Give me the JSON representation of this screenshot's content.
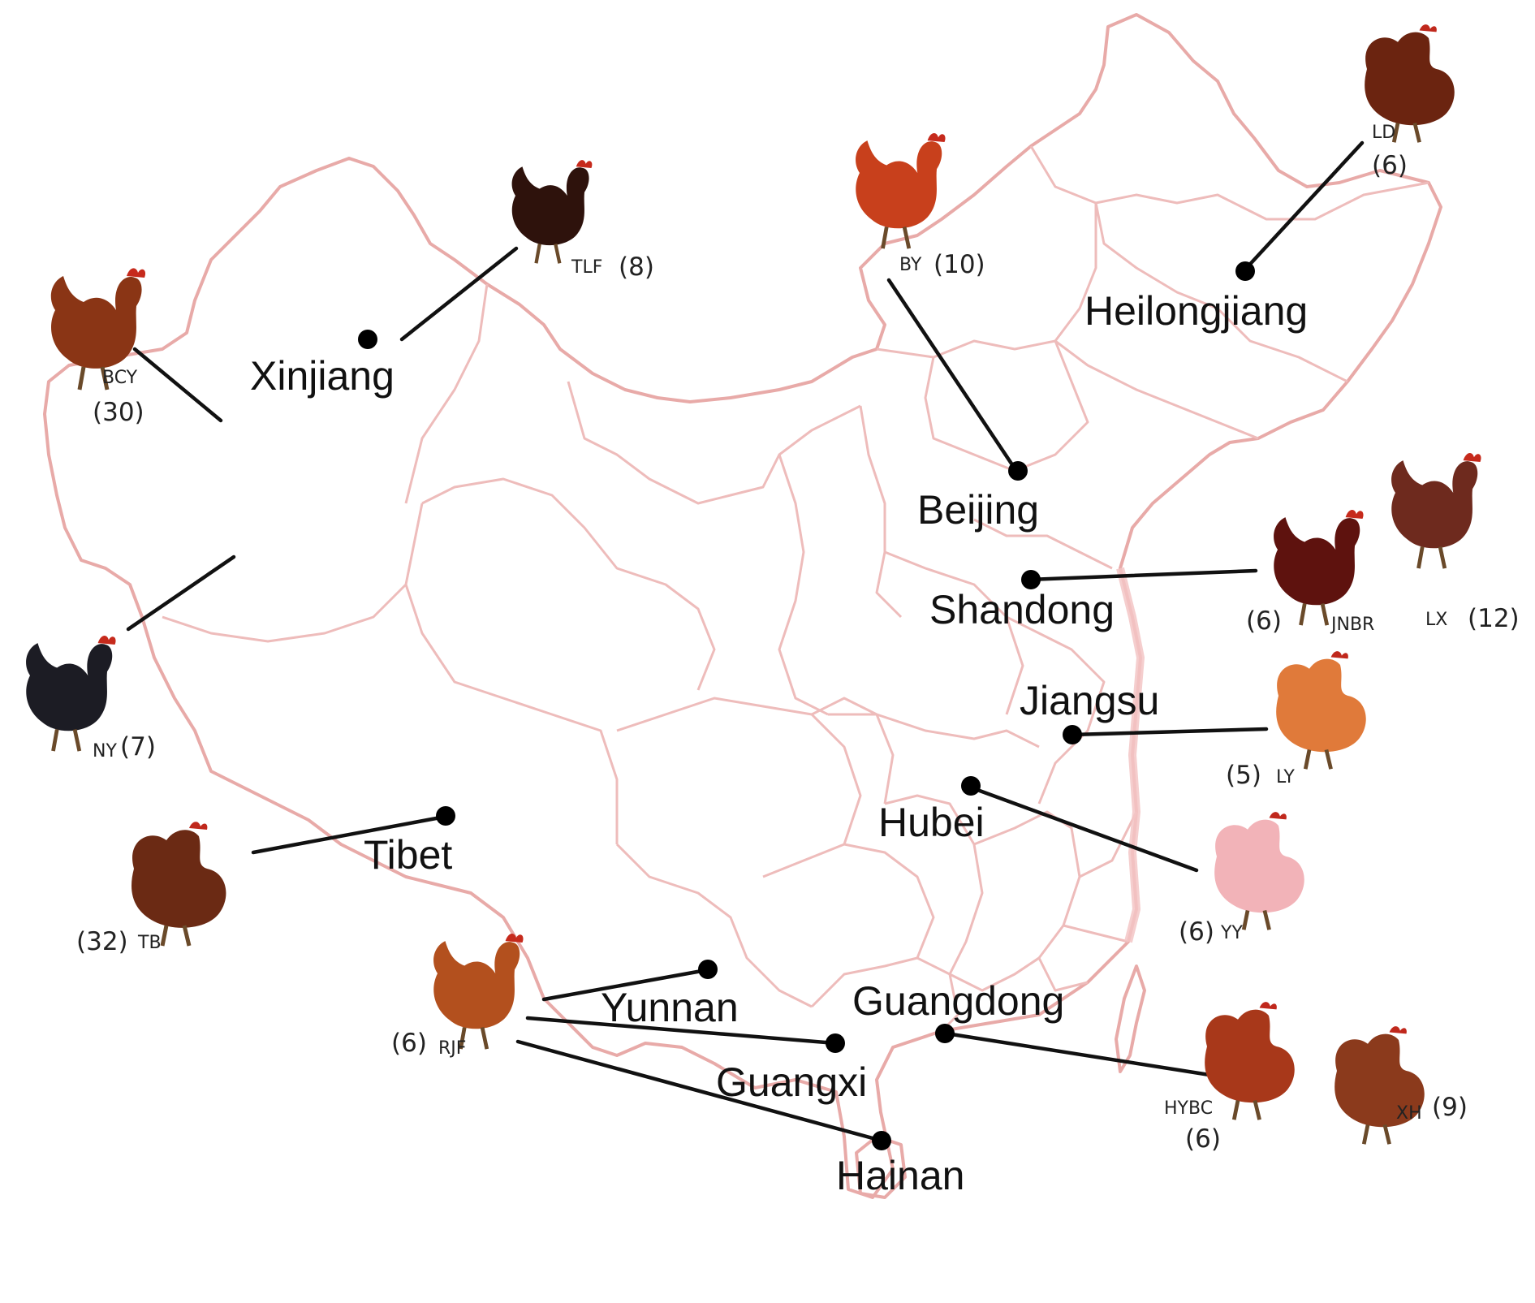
{
  "regions": {
    "xinjiang": "Xinjiang",
    "heilongjiang": "Heilongjiang",
    "beijing": "Beijing",
    "shandong": "Shandong",
    "jiangsu": "Jiangsu",
    "hubei": "Hubei",
    "tibet": "Tibet",
    "yunnan": "Yunnan",
    "guangdong": "Guangdong",
    "guangxi": "Guangxi",
    "hainan": "Hainan"
  },
  "breeds": {
    "bcy": {
      "code": "BCY",
      "count": "(30)",
      "color": "#8a3515"
    },
    "tlf": {
      "code": "TLF",
      "count": "(8)",
      "color": "#2e120c"
    },
    "by": {
      "code": "BY",
      "count": "(10)",
      "color": "#c8401c"
    },
    "ld": {
      "code": "LD",
      "count": "(6)",
      "color": "#6b2410"
    },
    "ny": {
      "code": "NY",
      "count": "(7)",
      "color": "#1c1c24"
    },
    "jnbr": {
      "code": "JNBR",
      "count": "(6)",
      "color": "#5e120e"
    },
    "lx": {
      "code": "LX",
      "count": "(12)",
      "color": "#6e2a1e"
    },
    "ly": {
      "code": "LY",
      "count": "(5)",
      "color": "#e07a3a"
    },
    "yy": {
      "code": "YY",
      "count": "(6)",
      "color": "#f2b3b8"
    },
    "tb": {
      "code": "TB",
      "count": "(32)",
      "color": "#6b2a14"
    },
    "rjf": {
      "code": "RJF",
      "count": "(6)",
      "color": "#b3501e"
    },
    "hybc": {
      "code": "HYBC",
      "count": "(6)",
      "color": "#a8381a"
    },
    "xh": {
      "code": "XH",
      "count": "(9)",
      "color": "#8b3a1c"
    }
  },
  "colors": {
    "border": "#e8aaa8",
    "leader": "#111111"
  }
}
